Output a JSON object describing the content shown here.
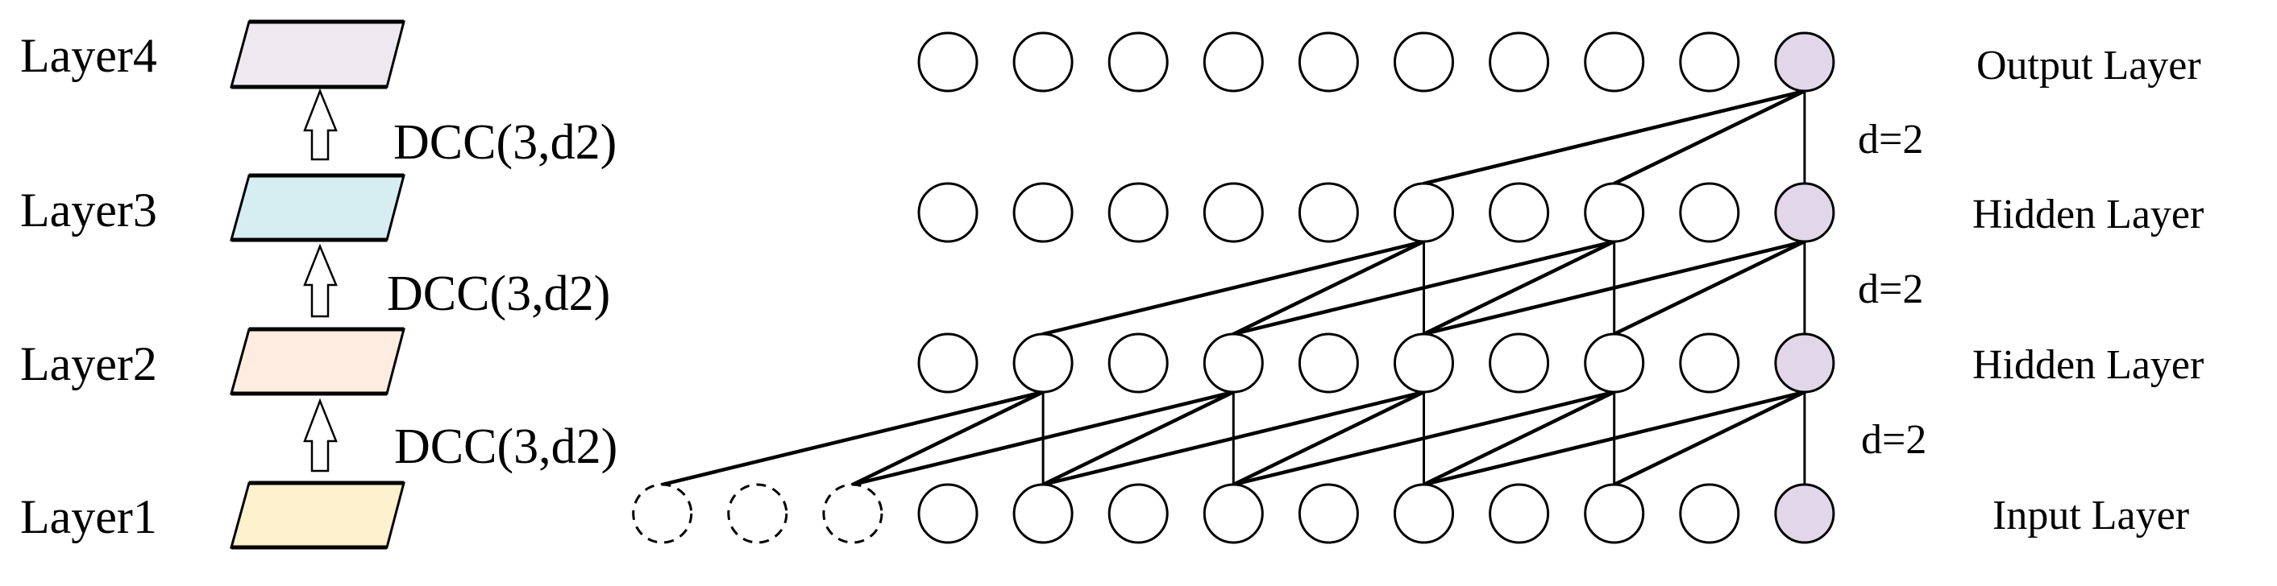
{
  "left_panel": {
    "layers": [
      {
        "label": "Layer4",
        "color": "#EEE9F1"
      },
      {
        "label": "Layer3",
        "color": "#D6EDF2"
      },
      {
        "label": "Layer2",
        "color": "#FDECDF"
      },
      {
        "label": "Layer1",
        "color": "#FEF1CD"
      }
    ],
    "transitions": [
      {
        "label": "DCC(3,d2)"
      },
      {
        "label": "DCC(3,d2)"
      },
      {
        "label": "DCC(3,d2)"
      }
    ]
  },
  "network": {
    "columns": 10,
    "padding_nodes": 3,
    "highlight_color": "#E1D7E8",
    "node_color": "#FFFFFF",
    "rows": [
      {
        "label": "Output Layer",
        "highlighted_index": 9
      },
      {
        "label": "Hidden Layer",
        "highlighted_index": 9
      },
      {
        "label": "Hidden Layer",
        "highlighted_index": 9
      },
      {
        "label": "Input Layer",
        "highlighted_index": 9
      }
    ],
    "dilations": [
      {
        "label": "d=2"
      },
      {
        "label": "d=2"
      },
      {
        "label": "d=2"
      }
    ],
    "connections": [
      {
        "from_row": 0,
        "to_row": 1,
        "edges": [
          [
            9,
            5
          ],
          [
            9,
            7
          ],
          [
            9,
            9
          ]
        ]
      },
      {
        "from_row": 1,
        "to_row": 2,
        "edges": [
          [
            5,
            1
          ],
          [
            5,
            3
          ],
          [
            5,
            5
          ],
          [
            7,
            3
          ],
          [
            7,
            5
          ],
          [
            7,
            7
          ],
          [
            9,
            5
          ],
          [
            9,
            7
          ],
          [
            9,
            9
          ]
        ]
      },
      {
        "from_row": 2,
        "to_row": 3,
        "edges": [
          [
            1,
            -3
          ],
          [
            1,
            -1
          ],
          [
            1,
            1
          ],
          [
            3,
            -1
          ],
          [
            3,
            1
          ],
          [
            3,
            3
          ],
          [
            5,
            1
          ],
          [
            5,
            3
          ],
          [
            5,
            5
          ],
          [
            7,
            3
          ],
          [
            7,
            5
          ],
          [
            7,
            7
          ],
          [
            9,
            5
          ],
          [
            9,
            7
          ],
          [
            9,
            9
          ]
        ]
      }
    ]
  }
}
